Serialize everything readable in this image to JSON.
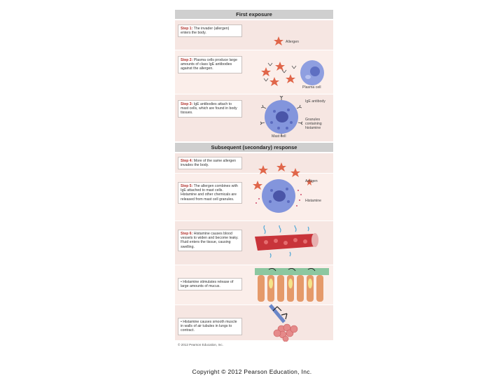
{
  "sections": {
    "first": "First exposure",
    "subsequent": "Subsequent (secondary) response"
  },
  "steps": [
    {
      "prefix": "Step 1:",
      "text": "The invader (allergen) enters the body."
    },
    {
      "prefix": "Step 2:",
      "text": "Plasma cells produce large amounts of class IgE antibodies against the allergen."
    },
    {
      "prefix": "Step 3:",
      "text": "IgE antibodies attach to mast cells, which are found in body tissues."
    },
    {
      "prefix": "Step 4:",
      "text": "More of the same allergen invades the body."
    },
    {
      "prefix": "Step 5:",
      "text": "The allergen combines with IgE attached to mast cells. Histamine and other chemicals are released from mast cell granules."
    },
    {
      "prefix": "Step 6:",
      "text": "Histamine causes blood vessels to widen and become leaky. Fluid enters the tissue, causing swelling."
    },
    {
      "prefix": "",
      "text": "• Histamine stimulates release of large amounts of mucus."
    },
    {
      "prefix": "",
      "text": "• Histamine causes smooth muscle in walls of air tubules in lungs to contract."
    }
  ],
  "labels": {
    "allergen": "Allergen",
    "plasma_cell": "Plasma cell",
    "ige_antibody": "IgE antibody",
    "granules": "Granules containing histamine",
    "mast_cell": "Mast cell",
    "antigen": "Antigen",
    "histamine": "Histamine"
  },
  "figure_copyright": "© 2012 Pearson Education, Inc.",
  "footer": "Copyright © 2012 Pearson Education, Inc.",
  "colors": {
    "header_bg": "#cfcfcf",
    "panel_bg": "#f6e6e2",
    "step_accent": "#b0302b",
    "cell_blue": "#7f93d8",
    "allergen_red": "#e0664a",
    "vessel_red": "#c8343a",
    "histamine_blue": "#4fa7d6"
  },
  "icons": [
    "allergen-icon",
    "plasma-cell-icon",
    "mast-cell-icon",
    "blood-vessel-icon",
    "mucus-tissue-icon",
    "lung-icon"
  ]
}
